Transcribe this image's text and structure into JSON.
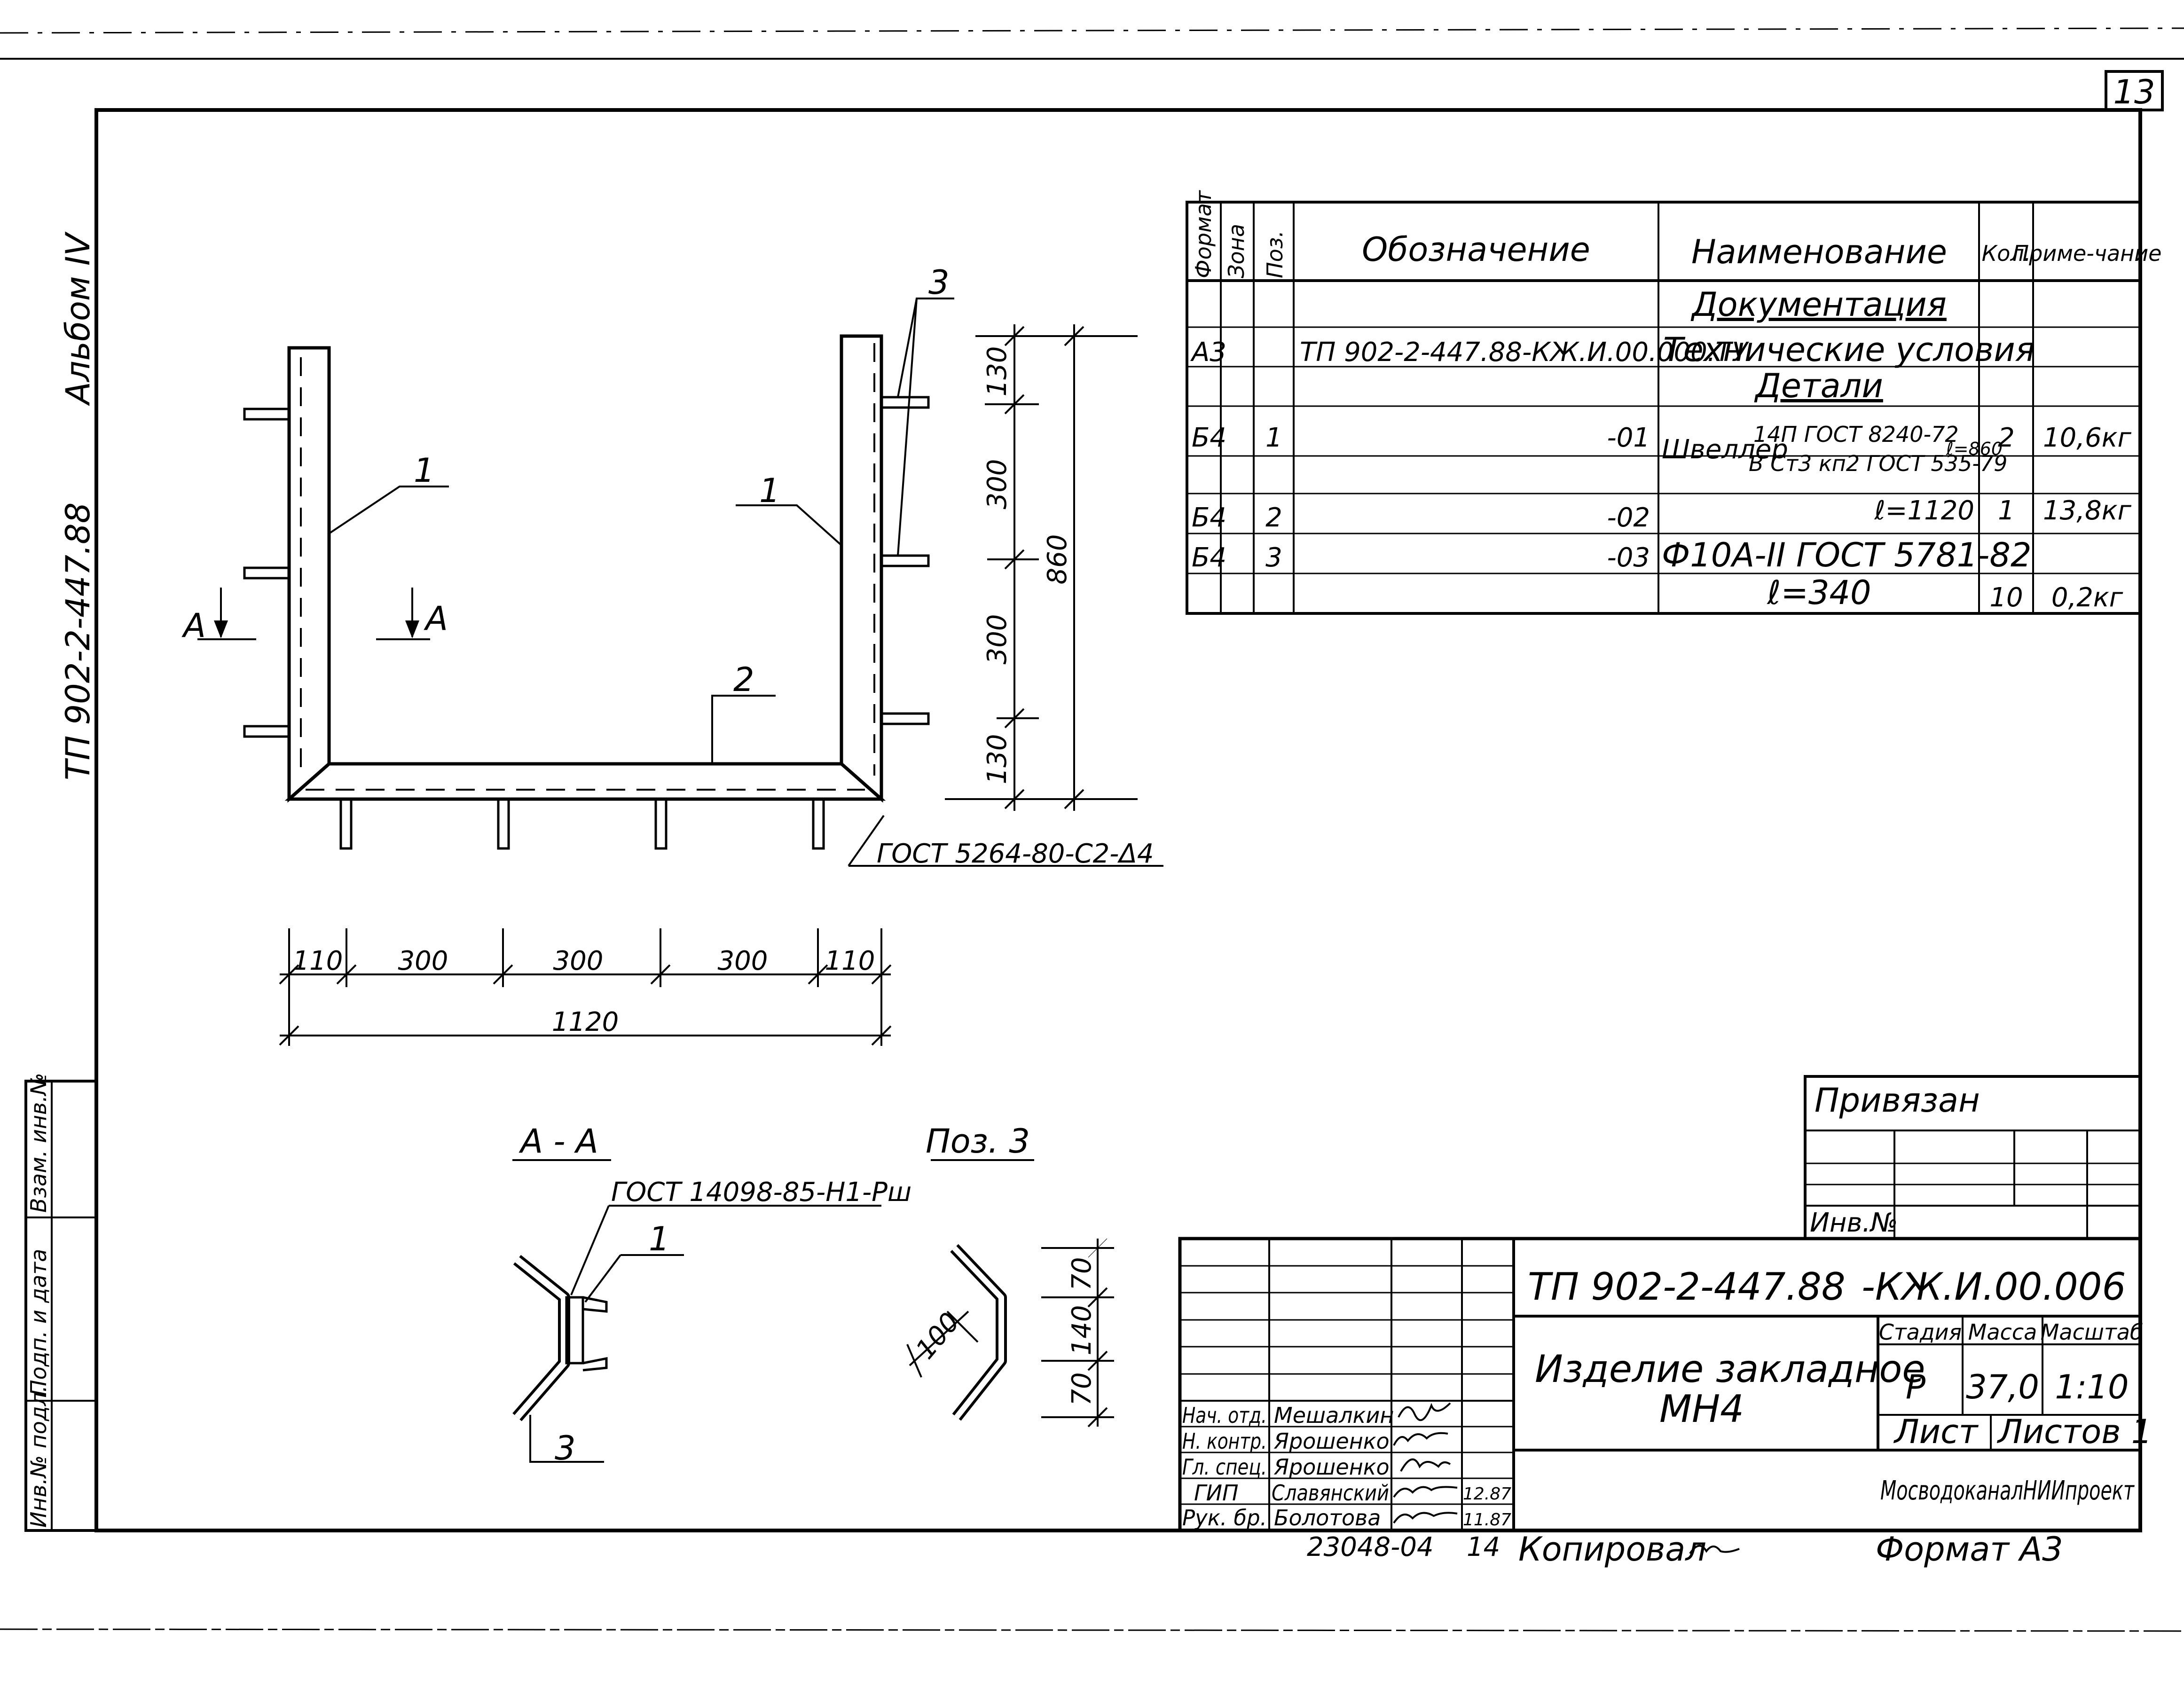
{
  "sheet": {
    "number": "13",
    "side_album": "Альбом IV",
    "side_code": "ТП 902-2-447.88",
    "left_stamp": [
      "Взам. инв.№",
      "Подп. и дата",
      "Инв.№ подл."
    ]
  },
  "spec_table": {
    "headers": [
      "Формат",
      "Зона",
      "Поз.",
      "Обозначение",
      "Наименование",
      "Кол.",
      "Приме-чание"
    ],
    "section_docs": "Документация",
    "section_details": "Детали",
    "rows": [
      {
        "format": "А3",
        "zone": "",
        "pos": "",
        "designation": "ТП 902-2-447.88-КЖ.И.00.000.ТУ",
        "name": "Технические условия",
        "qty": "",
        "note": ""
      },
      {
        "format": "Б4",
        "zone": "",
        "pos": "1",
        "designation": "-01",
        "name": "Швеллер",
        "name_top": "14П ГОСТ 8240-72",
        "name_bottom": "В Ст3 кп2 ГОСТ 535-79",
        "name_len": "ℓ=860",
        "qty": "2",
        "note": "10,6кг"
      },
      {
        "format": "Б4",
        "zone": "",
        "pos": "2",
        "designation": "-02",
        "name": "ℓ=1120",
        "qty": "1",
        "note": "13,8кг"
      },
      {
        "format": "Б4",
        "zone": "",
        "pos": "3",
        "designation": "-03",
        "name": "Ф10А-II ГОСТ 5781-82",
        "qty": "",
        "note": ""
      },
      {
        "format": "",
        "zone": "",
        "pos": "",
        "designation": "",
        "name": "ℓ=340",
        "qty": "10",
        "note": "0,2кг"
      }
    ]
  },
  "drawing": {
    "callouts": {
      "pos1_left": "1",
      "pos1_right": "1",
      "pos2": "2",
      "pos3": "3"
    },
    "section_marks": {
      "left": "А",
      "right": "А"
    },
    "vertical_dims": [
      "130",
      "300",
      "300",
      "130"
    ],
    "vertical_total": "860",
    "horizontal_dims": [
      "110",
      "300",
      "300",
      "300",
      "110"
    ],
    "horizontal_total": "1120",
    "weld_note": "ГОСТ 5264-80-С2-Δ4"
  },
  "section_view": {
    "title": "А - А",
    "weld_note": "ГОСТ 14098-85-Н1-Рш",
    "callout_1": "1",
    "callout_3": "3"
  },
  "pos3_view": {
    "title": "Поз. 3",
    "dims": [
      "70",
      "140",
      "70"
    ],
    "diag_dim": "100"
  },
  "privyazan": {
    "title": "Привязан",
    "inv_label": "Инв.№"
  },
  "title_block": {
    "code": "ТП 902-2-447.88",
    "code_suffix": "-КЖ.И.00.006",
    "item_name_1": "Изделие закладное",
    "item_name_2": "МН4",
    "headers": {
      "stage": "Стадия",
      "mass": "Масса",
      "scale": "Масштаб"
    },
    "stage": "Р",
    "mass": "37,0",
    "scale": "1:10",
    "sheet_label": "Лист",
    "sheets_label": "Листов 1",
    "organization": "МосводоканалНИИпроект",
    "people": [
      {
        "role": "Нач. отд.",
        "name": "Мешалкин",
        "date": ""
      },
      {
        "role": "Н. контр.",
        "name": "Ярошенко",
        "date": ""
      },
      {
        "role": "Гл. спец.",
        "name": "Ярошенко",
        "date": ""
      },
      {
        "role": "ГИП",
        "name": "Славянский",
        "date": "12.87"
      },
      {
        "role": "Рук. бр.",
        "name": "Болотова",
        "date": "11.87"
      }
    ]
  },
  "footer": {
    "archive_no": "23048-04",
    "copy_no": "14",
    "copied": "Копировал",
    "format": "Формат А3"
  }
}
